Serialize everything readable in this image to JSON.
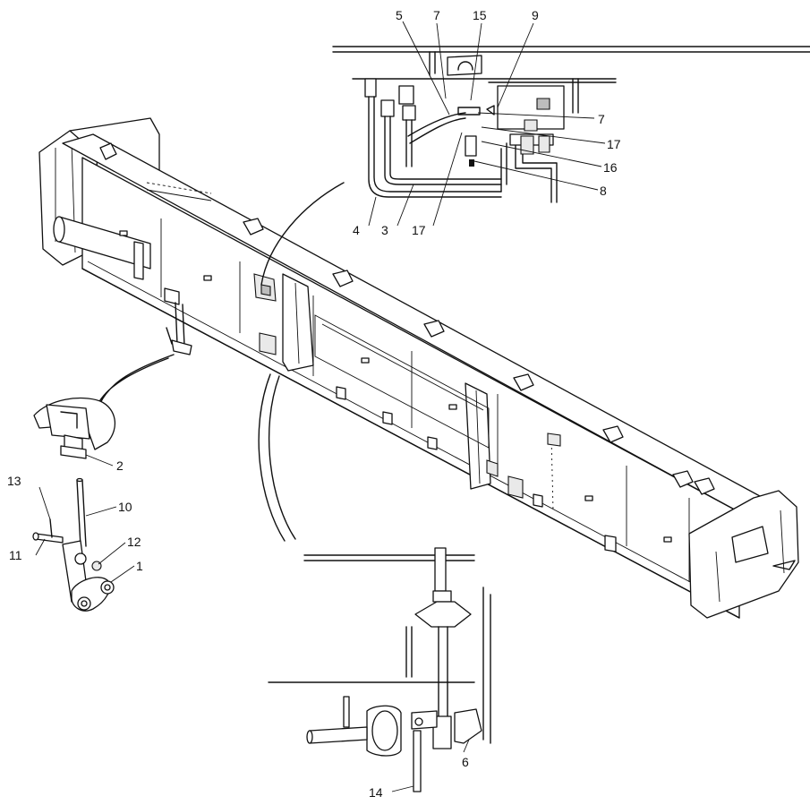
{
  "callouts": {
    "c1": "1",
    "c2": "2",
    "c3": "3",
    "c4": "4",
    "c5": "5",
    "c6": "6",
    "c7a": "7",
    "c7b": "7",
    "c8": "8",
    "c9": "9",
    "c10": "10",
    "c11": "11",
    "c12": "12",
    "c13": "13",
    "c14": "14",
    "c15": "15",
    "c16": "16",
    "c17a": "17",
    "c17b": "17"
  }
}
